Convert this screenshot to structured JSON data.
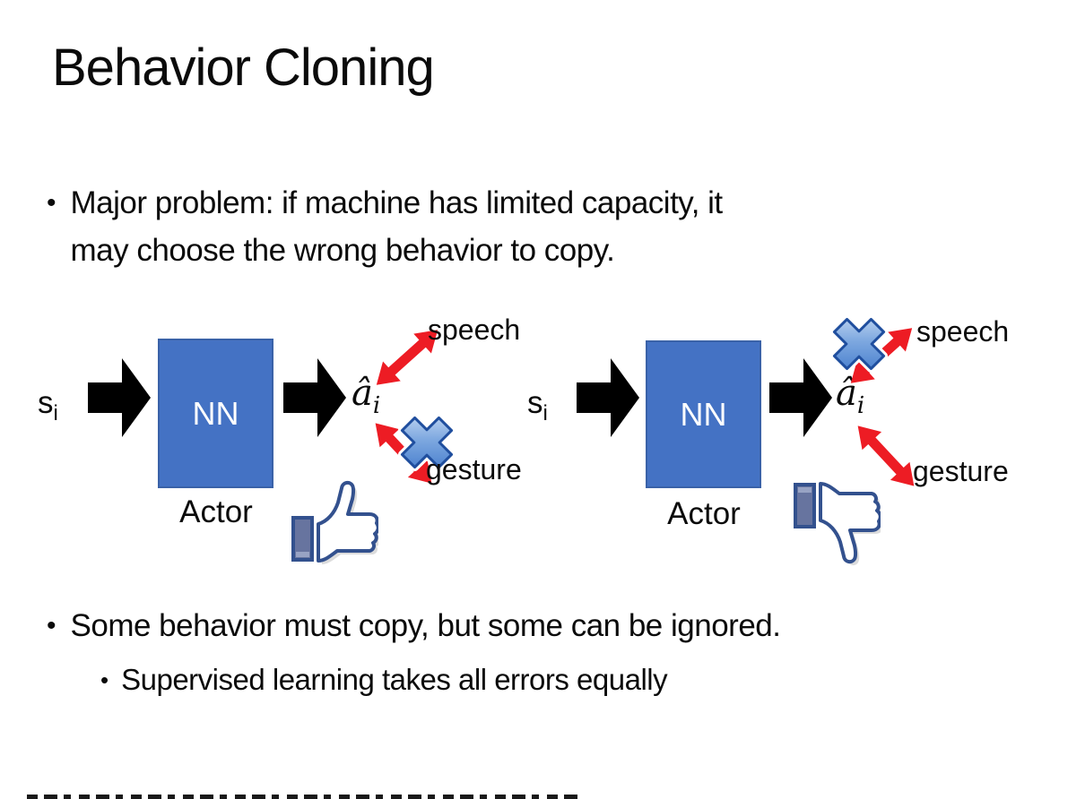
{
  "title": "Behavior Cloning",
  "bullets": {
    "b1_line1": "Major problem: if machine has limited capacity, it",
    "b1_line2": "may choose the wrong behavior to copy.",
    "b2": "Some behavior must copy, but some can be ignored.",
    "b2_sub": "Supervised learning takes all errors equally"
  },
  "diagram": {
    "input_label": "s",
    "input_subscript": "i",
    "nn_label": "NN",
    "actor_label": "Actor",
    "output_label": "â",
    "output_subscript": "i",
    "speech_label": "speech",
    "gesture_label": "gesture",
    "left_crossed_out": "gesture",
    "right_crossed_out": "speech",
    "left_feedback": "thumbs-up",
    "right_feedback": "thumbs-down"
  },
  "colors": {
    "background": "#ffffff",
    "text": "#0b0b0b",
    "nn_box_fill": "#4472c4",
    "nn_box_border": "#3a62a8",
    "nn_text": "#ffffff",
    "flow_arrow": "#000000",
    "relation_arrow_red": "#ed1c24",
    "cross_gradient_light": "#d3e3f7",
    "cross_gradient_dark": "#3a74c9",
    "cross_border": "#1f4e9e",
    "thumb_outline": "#33518e",
    "thumb_cuff_fill": "#67749f",
    "thumb_hand_fill": "#ffffff"
  }
}
